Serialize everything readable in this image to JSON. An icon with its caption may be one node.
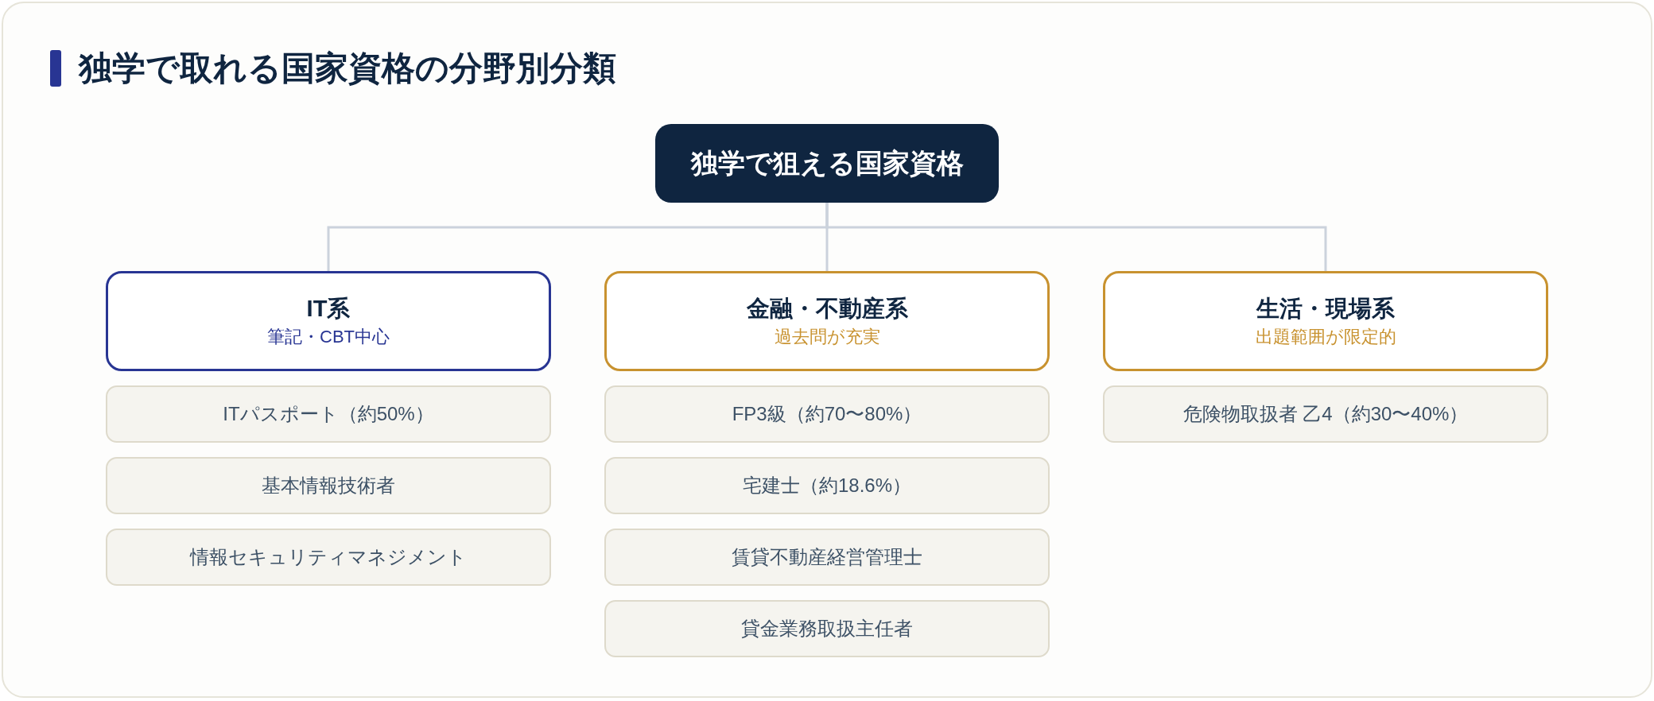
{
  "diagram": {
    "title": "独学で取れる国家資格の分野別分類",
    "nodes": [
      {
        "text": [
          "独学で狙える国家資格"
        ]
      },
      {
        "text": [
          "IT系",
          "筆記・CBT中心"
        ]
      },
      {
        "text": [
          "ITパスポート（約50%）"
        ]
      },
      {
        "text": [
          "基本情報技術者"
        ]
      },
      {
        "text": [
          "情報セキュリティマネジメント"
        ]
      },
      {
        "text": [
          "金融・不動産系",
          "過去問が充実"
        ]
      },
      {
        "text": [
          "FP3級（約70〜80%）"
        ]
      },
      {
        "text": [
          "宅建士（約18.6%）"
        ]
      },
      {
        "text": [
          "賃貸不動産経営管理士"
        ]
      },
      {
        "text": [
          "貸金業務取扱主任者"
        ]
      },
      {
        "text": [
          "生活・現場系",
          "出題範囲が限定的"
        ]
      },
      {
        "text": [
          "危険物取扱者 乙4（約30〜40%）"
        ]
      }
    ],
    "edges": [
      {
        "from": 0,
        "to": 1,
        "arrow": "none"
      },
      {
        "from": 0,
        "to": 5,
        "arrow": "none"
      },
      {
        "from": 0,
        "to": 10,
        "arrow": "none"
      }
    ]
  }
}
